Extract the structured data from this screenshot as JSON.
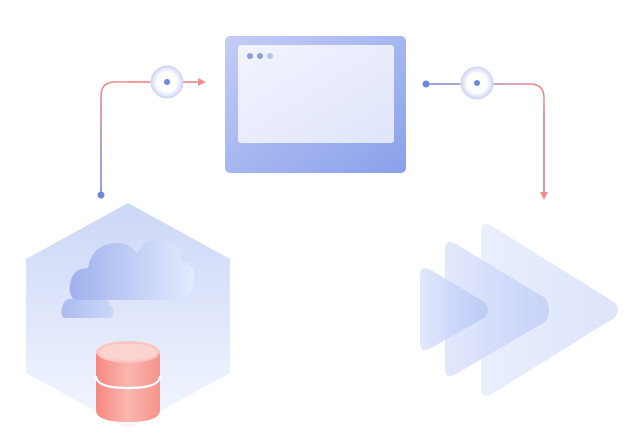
{
  "diagram": {
    "nodes": [
      {
        "id": "browser-window",
        "icon": "browser-window-icon"
      },
      {
        "id": "cloud-storage",
        "icon": "cloud-database-hexagon-icon"
      },
      {
        "id": "media-stream",
        "icon": "fast-forward-play-icon"
      }
    ],
    "connectors": [
      {
        "from": "cloud-storage",
        "to": "browser-window",
        "marker": "ring-node-icon"
      },
      {
        "from": "browser-window",
        "to": "media-stream",
        "marker": "ring-node-icon"
      }
    ]
  },
  "colors": {
    "primary_blue": "#6f86e0",
    "accent_red": "#f28b8b",
    "window_light": "#eef1fd",
    "window_dark": "#8aa0ea",
    "db_red": "#f9a29c"
  }
}
